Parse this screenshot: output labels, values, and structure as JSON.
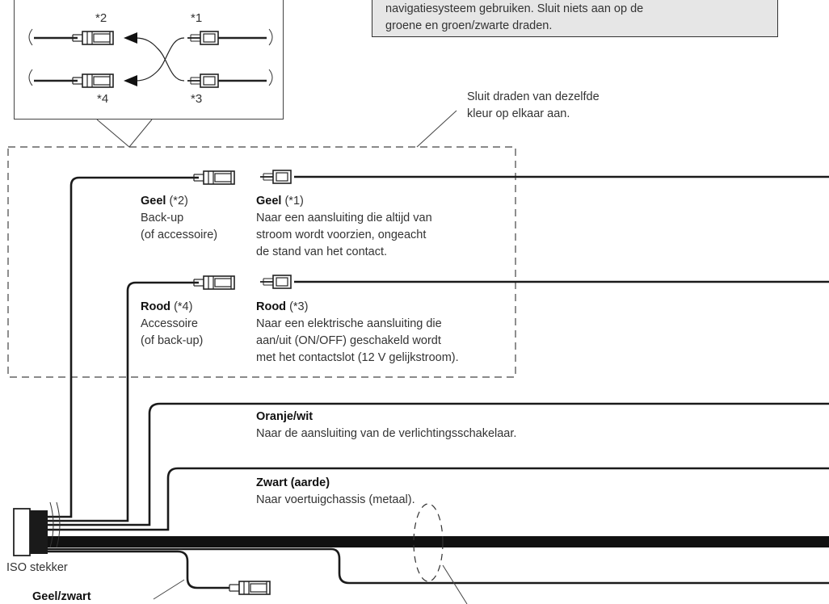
{
  "note": {
    "line1": "navigatiesysteem gebruiken. Sluit niets aan op de",
    "line2": "groene en groen/zwarte draden."
  },
  "inset": {
    "label1": "*1",
    "label2": "*2",
    "label3": "*3",
    "label4": "*4"
  },
  "same_color_note": {
    "line1": "Sluit draden van dezelfde",
    "line2": "kleur op elkaar aan."
  },
  "yellow_left": {
    "name": "Geel",
    "ref": "(*2)",
    "line1": "Back-up",
    "line2": "(of accessoire)"
  },
  "yellow_right": {
    "name": "Geel",
    "ref": "(*1)",
    "line1": "Naar een aansluiting die altijd van",
    "line2": "stroom wordt voorzien, ongeacht",
    "line3": "de stand van het contact."
  },
  "red_left": {
    "name": "Rood",
    "ref": "(*4)",
    "line1": "Accessoire",
    "line2": "(of back-up)"
  },
  "red_right": {
    "name": "Rood",
    "ref": "(*3)",
    "line1": "Naar een elektrische aansluiting die",
    "line2": "aan/uit (ON/OFF) geschakeld wordt",
    "line3": "met het contactslot (12 V gelijkstroom)."
  },
  "orange": {
    "name": "Oranje/wit",
    "desc": "Naar de aansluiting van de verlichtingsschakelaar."
  },
  "black": {
    "name": "Zwart (aarde)",
    "desc": "Naar voertuigchassis (metaal)."
  },
  "iso_plug": "ISO stekker",
  "yellow_black": "Geel/zwart"
}
